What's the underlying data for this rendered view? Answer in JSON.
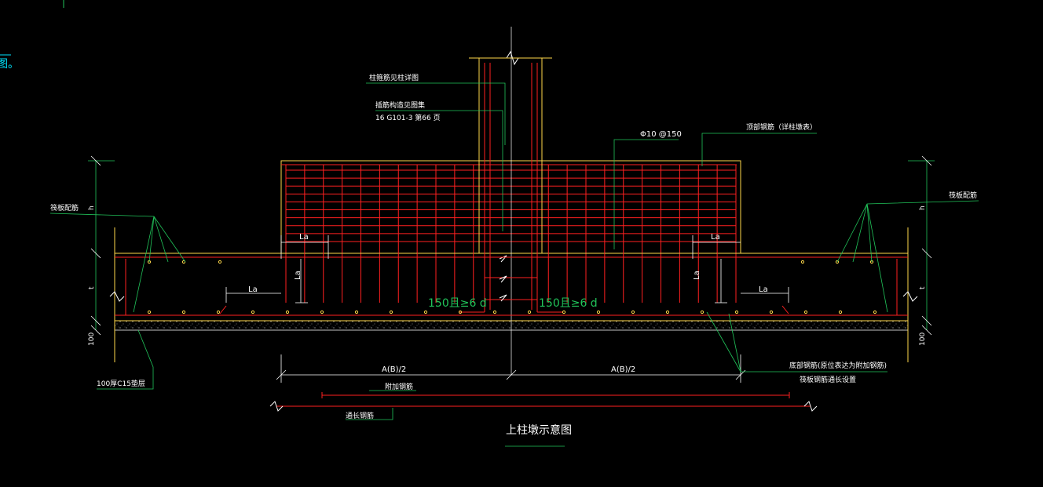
{
  "colors": {
    "background": "#000000",
    "rebar": "#ff2020",
    "outline": "#ffd84a",
    "leader": "#21c45a",
    "text": "#ffffff",
    "cyan": "#00e5ff"
  },
  "corner_glyph": "图。",
  "labels": {
    "column_stirrups": "柱箍筋见柱详图",
    "column_anchor": "插筋构造见图集",
    "column_anchor_ref": "16 G101-3 第66 页",
    "stirrup_spec": "Φ10 @150",
    "top_rebar": "顶部钢筋（详柱墩表）",
    "raft_rebar_left": "筏板配筋",
    "raft_rebar_right": "筏板配筋",
    "la_top_left": "La",
    "la_top_right": "La",
    "la_vert_left": "La",
    "la_vert_right": "La",
    "la_mid_left": "La",
    "la_mid_right": "La",
    "hook_left": "150且≥6 d",
    "hook_right": "150且≥6 d",
    "dim_h_left": "h",
    "dim_t_left": "t",
    "dim_100_left": "100",
    "dim_h_right": "h",
    "dim_t_right": "t",
    "dim_100_right": "100",
    "cushion": "100厚C15垫层",
    "half_width_left": "A(B)/2",
    "half_width_right": "A(B)/2",
    "bottom_rebar": "底部钢筋(原位表达为附加钢筋)",
    "bottom_rebar_note": "筏板钢筋通长设置",
    "additional_rebar": "附加钢筋",
    "continuous_rebar": "通长钢筋",
    "caption": "上柱墩示意图"
  }
}
